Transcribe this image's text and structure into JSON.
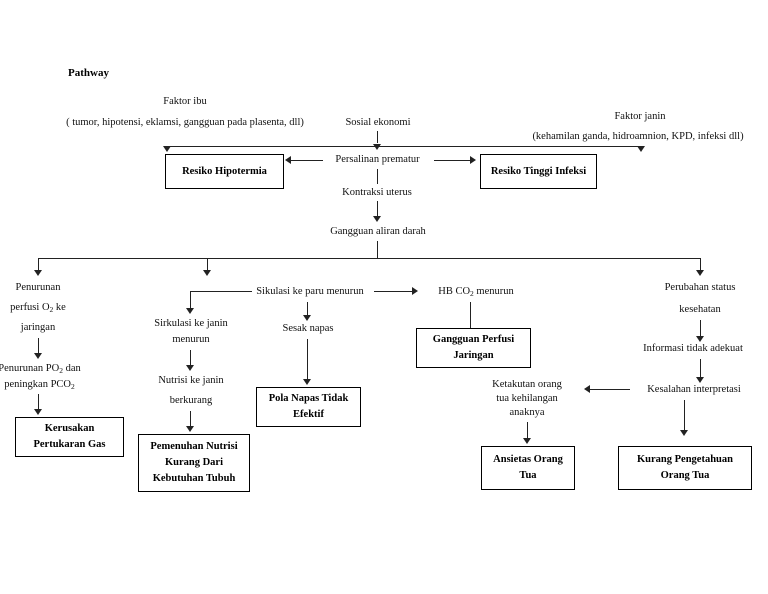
{
  "document": {
    "title": "Pathway",
    "type": "medical-pathway-flowchart",
    "language": "id"
  },
  "nodes": {
    "faktor_ibu_line1": "Faktor ibu",
    "faktor_ibu_line2": "( tumor, hipotensi, eklamsi, gangguan pada plasenta, dll)",
    "sosial_ekonomi": "Sosial ekonomi",
    "faktor_janin_line1": "Faktor janin",
    "faktor_janin_line2": "(kehamilan ganda, hidroamnion, KPD, infeksi dll)",
    "persalinan_prematur": "Persalinan prematur",
    "kontraksi_uterus": "Kontraksi uterus",
    "gangguan_aliran_darah": "Gangguan aliran darah",
    "penurunan_perfusi_l1": "Penurunan",
    "penurunan_perfusi_l2": "perfusi O2 ke",
    "penurunan_perfusi_l3": "jaringan",
    "penurunan_po2_l1": "Penurunan PO2 dan",
    "penurunan_po2_l2": "peningkan PCO2",
    "sirkulasi_janin_l1": "Sirkulasi ke janin",
    "sirkulasi_janin_l2": "menurun",
    "nutrisi_janin_l1": "Nutrisi ke janin",
    "nutrisi_janin_l2": "berkurang",
    "sikulasi_paru": "Sikulasi ke paru menurun",
    "sesak_napas": "Sesak napas",
    "hb_co2_menurun": "HB CO2 menurun",
    "perubahan_status_l1": "Perubahan status",
    "perubahan_status_l2": "kesehatan",
    "informasi_tidak_adekuat": "Informasi tidak adekuat",
    "kesalahan_interpretasi": "Kesalahan interpretasi",
    "ketakutan_l1": "Ketakutan orang",
    "ketakutan_l2": "tua kehilangan",
    "ketakutan_l3": "anaknya"
  },
  "diagnosis_boxes": {
    "resiko_hipotermia": "Resiko Hipotermia",
    "resiko_tinggi_infeksi": "Resiko Tinggi Infeksi",
    "kerusakan_gas_l1": "Kerusakan",
    "kerusakan_gas_l2": "Pertukaran Gas",
    "pemenuhan_nutrisi_l1": "Pemenuhan Nutrisi",
    "pemenuhan_nutrisi_l2": "Kurang Dari",
    "pemenuhan_nutrisi_l3": "Kebutuhan Tubuh",
    "pola_napas_l1": "Pola Napas Tidak",
    "pola_napas_l2": "Efektif",
    "gangguan_perfusi_l1": "Gangguan Perfusi",
    "gangguan_perfusi_l2": "Jaringan",
    "ansietas_l1": "Ansietas Orang",
    "ansietas_l2": "Tua",
    "kurang_pengetahuan_l1": "Kurang Pengetahuan",
    "kurang_pengetahuan_l2": "Orang Tua"
  },
  "colors": {
    "line": "#222222",
    "box_border": "#000000",
    "background": "#ffffff",
    "text": "#111111"
  }
}
